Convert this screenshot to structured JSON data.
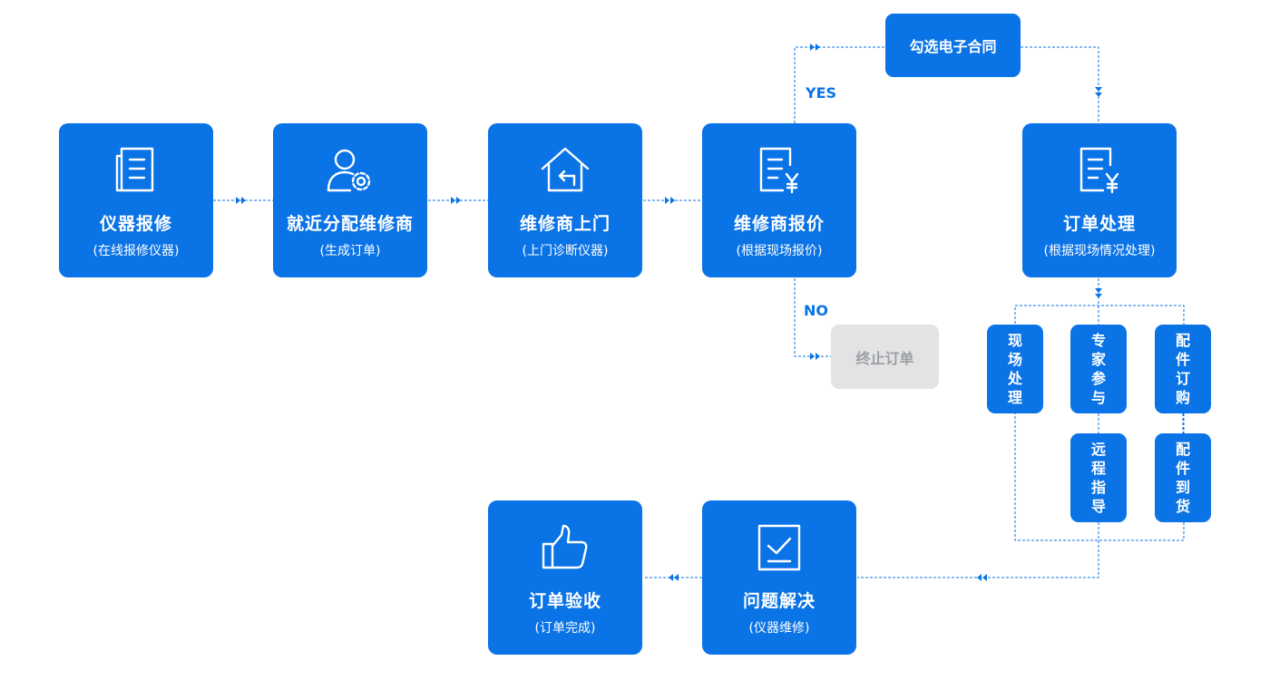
{
  "colors": {
    "primary": "#0a73e6",
    "muted_bg": "#e3e3e3",
    "muted_text": "#9aa0a6"
  },
  "steps": {
    "report": {
      "title": "仪器报修",
      "subtitle": "(在线报修仪器)",
      "icon": "document-list-icon"
    },
    "assign": {
      "title": "就近分配维修商",
      "subtitle": "(生成订单)",
      "icon": "user-gear-icon"
    },
    "visit": {
      "title": "维修商上门",
      "subtitle": "(上门诊断仪器)",
      "icon": "house-enter-icon"
    },
    "quote": {
      "title": "维修商报价",
      "subtitle": "(根据现场报价)",
      "icon": "invoice-yen-icon"
    },
    "process": {
      "title": "订单处理",
      "subtitle": "(根据现场情况处理)",
      "icon": "invoice-yen-icon"
    },
    "solve": {
      "title": "问题解决",
      "subtitle": "(仪器维修)",
      "icon": "checkbox-icon"
    },
    "accept": {
      "title": "订单验收",
      "subtitle": "(订单完成)",
      "icon": "thumbs-up-icon"
    }
  },
  "contract": "勾选电子合同",
  "terminate": "终止订单",
  "labels": {
    "yes": "YES",
    "no": "NO"
  },
  "sub_steps": {
    "onsite": "现场处理",
    "expert": "专家参与",
    "remote": "远程指导",
    "parts_order": "配件订购",
    "parts_arrive": "配件到货"
  }
}
